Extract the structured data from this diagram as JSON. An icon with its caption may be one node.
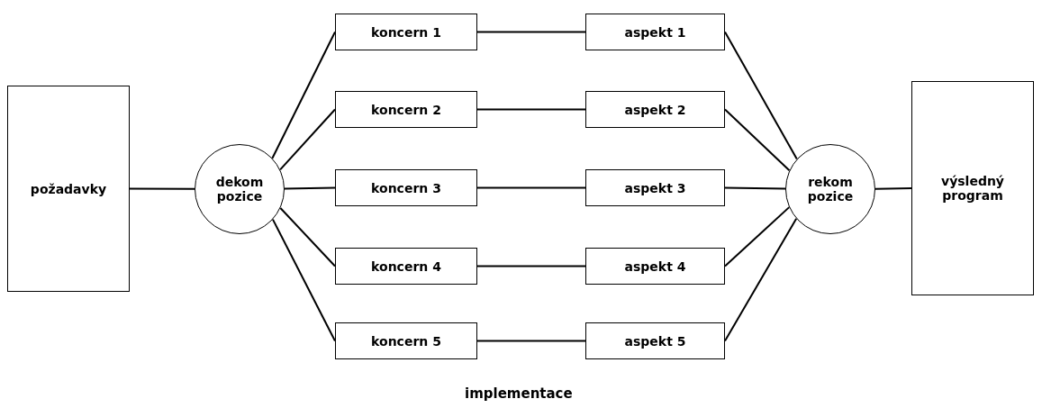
{
  "diagram": {
    "nodes": [
      {
        "text": [
          "požadavky"
        ]
      },
      {
        "text": [
          "dekom pozice"
        ]
      },
      {
        "text": [
          "koncern 1"
        ]
      },
      {
        "text": [
          "koncern 2"
        ]
      },
      {
        "text": [
          "koncern 3"
        ]
      },
      {
        "text": [
          "koncern 4"
        ]
      },
      {
        "text": [
          "koncern 5"
        ]
      },
      {
        "text": [
          "aspekt 1"
        ]
      },
      {
        "text": [
          "aspekt 2"
        ]
      },
      {
        "text": [
          "aspekt 3"
        ]
      },
      {
        "text": [
          "aspekt 4"
        ]
      },
      {
        "text": [
          "aspekt 5"
        ]
      },
      {
        "text": [
          "rekom pozice"
        ]
      },
      {
        "text": [
          "výsledný program"
        ]
      }
    ],
    "edges": [
      {
        "from": 0,
        "to": 1,
        "arrow": "none"
      },
      {
        "from": 1,
        "to": 2,
        "arrow": "none"
      },
      {
        "from": 1,
        "to": 3,
        "arrow": "none"
      },
      {
        "from": 1,
        "to": 4,
        "arrow": "none"
      },
      {
        "from": 1,
        "to": 5,
        "arrow": "none"
      },
      {
        "from": 1,
        "to": 6,
        "arrow": "none"
      },
      {
        "from": 2,
        "to": 7,
        "arrow": "none"
      },
      {
        "from": 3,
        "to": 8,
        "arrow": "none"
      },
      {
        "from": 4,
        "to": 9,
        "arrow": "none"
      },
      {
        "from": 5,
        "to": 10,
        "arrow": "none"
      },
      {
        "from": 6,
        "to": 11,
        "arrow": "none"
      },
      {
        "from": 7,
        "to": 12,
        "arrow": "none"
      },
      {
        "from": 8,
        "to": 12,
        "arrow": "none"
      },
      {
        "from": 9,
        "to": 12,
        "arrow": "none"
      },
      {
        "from": 10,
        "to": 12,
        "arrow": "none"
      },
      {
        "from": 11,
        "to": 12,
        "arrow": "none"
      },
      {
        "from": 12,
        "to": 13,
        "arrow": "none"
      }
    ],
    "labels": [
      "implementace"
    ]
  }
}
